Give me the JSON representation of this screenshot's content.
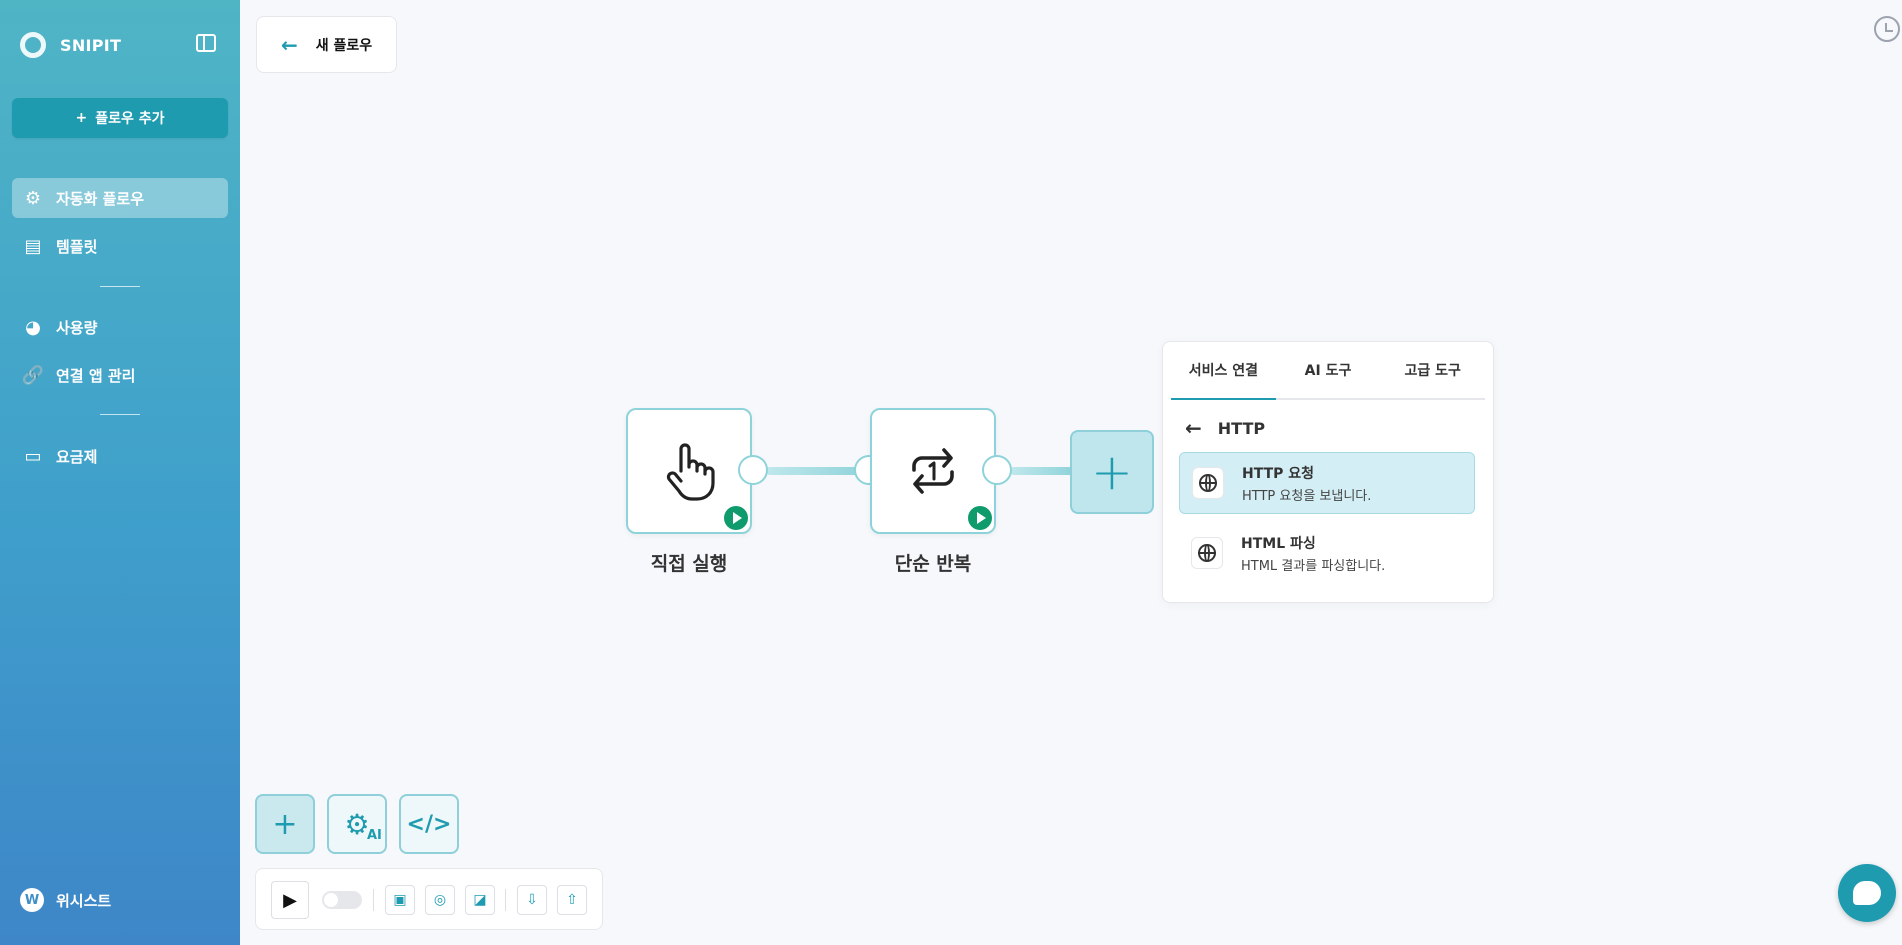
{
  "brand": {
    "name": "SNIPIT"
  },
  "sidebar": {
    "add_flow_label": "플로우 추가",
    "items": [
      {
        "label": "자동화 플로우",
        "icon": "gear-icon",
        "active": true
      },
      {
        "label": "템플릿",
        "icon": "template-icon",
        "active": false
      },
      {
        "label": "사용량",
        "icon": "pie-chart-icon",
        "active": false
      },
      {
        "label": "연결 앱 관리",
        "icon": "link-icon",
        "active": false
      },
      {
        "label": "요금제",
        "icon": "card-icon",
        "active": false
      }
    ],
    "user_name": "위시스트"
  },
  "header": {
    "title": "새 플로우"
  },
  "nodes": [
    {
      "label": "직접 실행",
      "icon": "hand-pointer-icon"
    },
    {
      "label": "단순 반복",
      "icon": "repeat-icon"
    }
  ],
  "popover": {
    "tabs": [
      {
        "label": "서비스 연결",
        "active": true
      },
      {
        "label": "AI 도구",
        "active": false
      },
      {
        "label": "고급 도구",
        "active": false
      }
    ],
    "sub_header": "HTTP",
    "items": [
      {
        "title": "HTTP 요청",
        "desc": "HTTP 요청을 보냅니다.",
        "selected": true
      },
      {
        "title": "HTML 파싱",
        "desc": "HTML 결과를 파싱합니다.",
        "selected": false
      }
    ]
  },
  "tools": {
    "ai_badge": "AI"
  },
  "colors": {
    "accent": "#1f9bb0",
    "node_border": "#8fd3da",
    "play_green": "#0f9b6c"
  }
}
